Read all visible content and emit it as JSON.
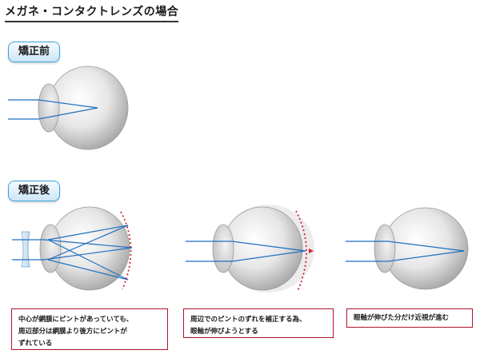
{
  "title": "メガネ・コンタクトレンズの場合",
  "before_label": "矯正前",
  "after_label": "矯正後",
  "captions": {
    "lens_line1": "中心が網膜にピントがあっていても、",
    "lens_line2": "周辺部分は網膜より後方にピントが",
    "lens_line3": "ずれている",
    "eye_line1": "周辺でのピントのずれを補正する為、",
    "eye_line2": "眼軸が伸びようとする",
    "myopia_line1": "眼軸が伸びた分だけ近視が進む"
  },
  "colors": {
    "ray": "#1f6fc0",
    "focal_curve": "#d4202f",
    "label_border": "#3aa0dc",
    "caption_border": "#b0132b"
  }
}
